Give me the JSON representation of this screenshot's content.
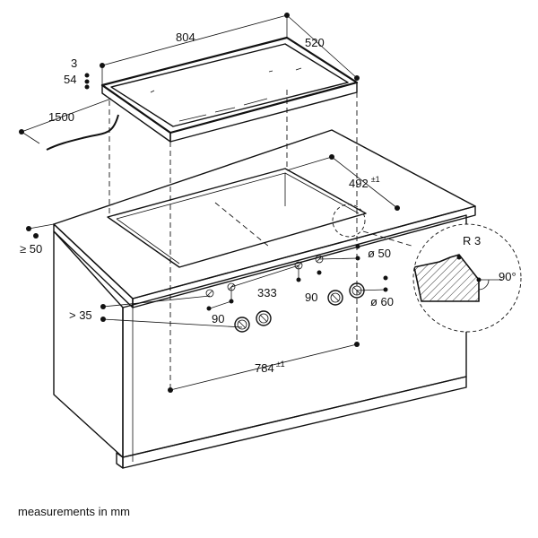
{
  "dimensions": {
    "hob_width": "804",
    "hob_depth": "520",
    "hob_edge_thickness": "3",
    "hob_height": "54",
    "cable_length": "1500",
    "cutout_depth": "492",
    "cutout_depth_tolerance": "±1",
    "cutout_width": "784",
    "cutout_width_tolerance": "±1",
    "min_front_distance": "≥ 50",
    "min_knob_edge": "> 35",
    "knob_spacing_inner": "333",
    "knob_offset_left": "90",
    "knob_offset_right": "90",
    "knob_hole_small": "ø 50",
    "knob_hole_large": "ø 60"
  },
  "detail": {
    "radius": "R 3",
    "angle": "90°"
  },
  "caption": "measurements in mm"
}
